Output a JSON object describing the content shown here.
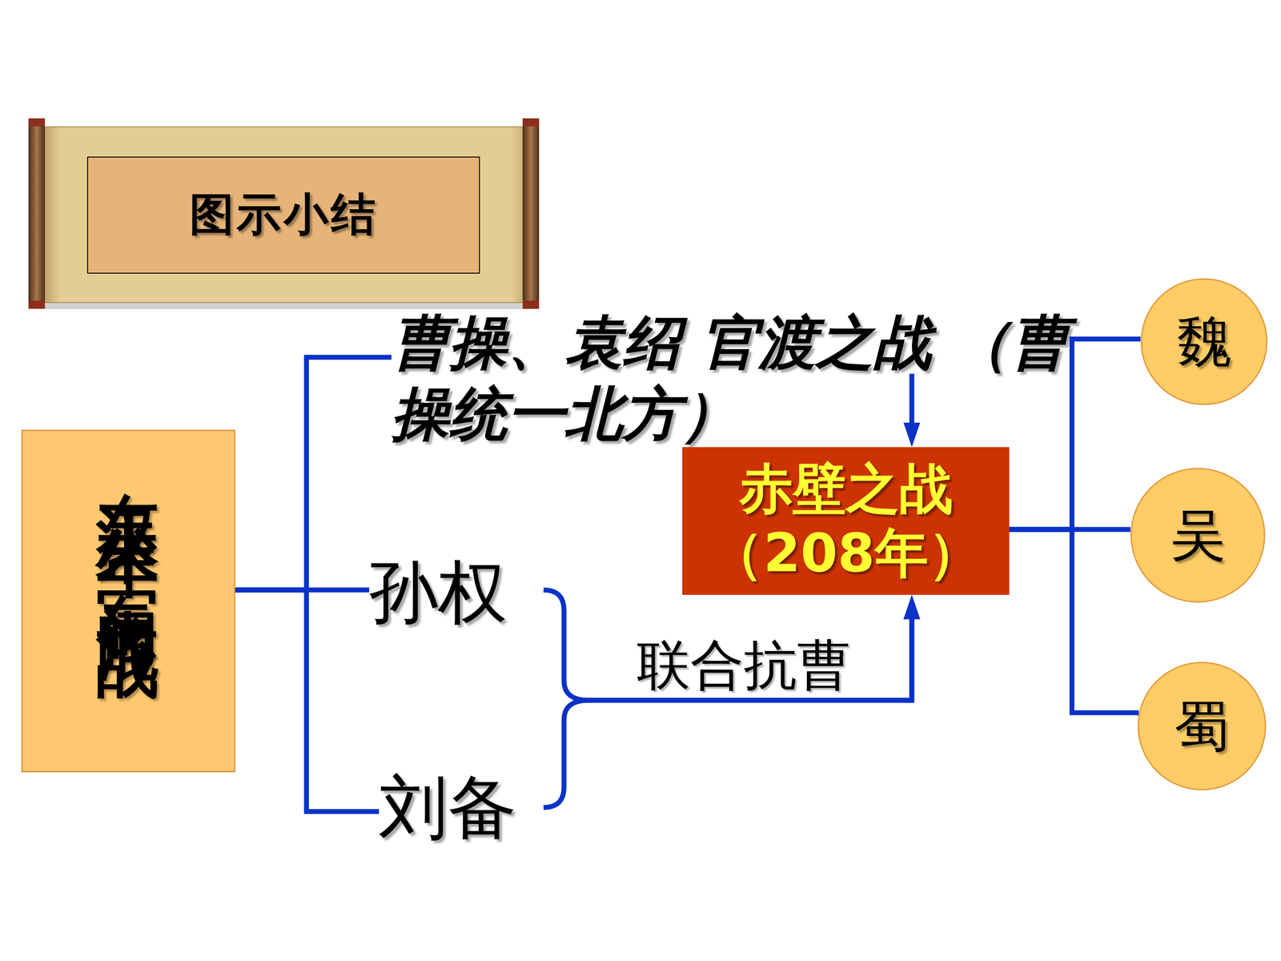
{
  "diagram": {
    "title": "图示小结",
    "nodes": [
      {
        "text": [
          "东汉末年 军阀混战"
        ]
      },
      {
        "text": [
          "曹操、袁绍 官渡之战 （曹操统一北方）"
        ]
      },
      {
        "text": [
          "孙权"
        ]
      },
      {
        "text": [
          "刘备"
        ]
      },
      {
        "text": [
          "赤壁之战",
          "（208年）"
        ]
      },
      {
        "text": [
          "魏"
        ]
      },
      {
        "text": [
          "吴"
        ]
      },
      {
        "text": [
          "蜀"
        ]
      }
    ],
    "edges": [
      {
        "from": 0,
        "to": 1,
        "arrow": "none"
      },
      {
        "from": 0,
        "to": 2,
        "arrow": "none"
      },
      {
        "from": 0,
        "to": 3,
        "arrow": "none"
      },
      {
        "from": 1,
        "to": 4,
        "arrow": "to"
      },
      {
        "from": 2,
        "to": 4,
        "label": "联合抗曹",
        "arrow": "to"
      },
      {
        "from": 3,
        "to": 4,
        "arrow": "to"
      },
      {
        "from": 4,
        "to": 5,
        "arrow": "none"
      },
      {
        "from": 4,
        "to": 6,
        "arrow": "none"
      },
      {
        "from": 4,
        "to": 7,
        "arrow": "none"
      }
    ]
  }
}
